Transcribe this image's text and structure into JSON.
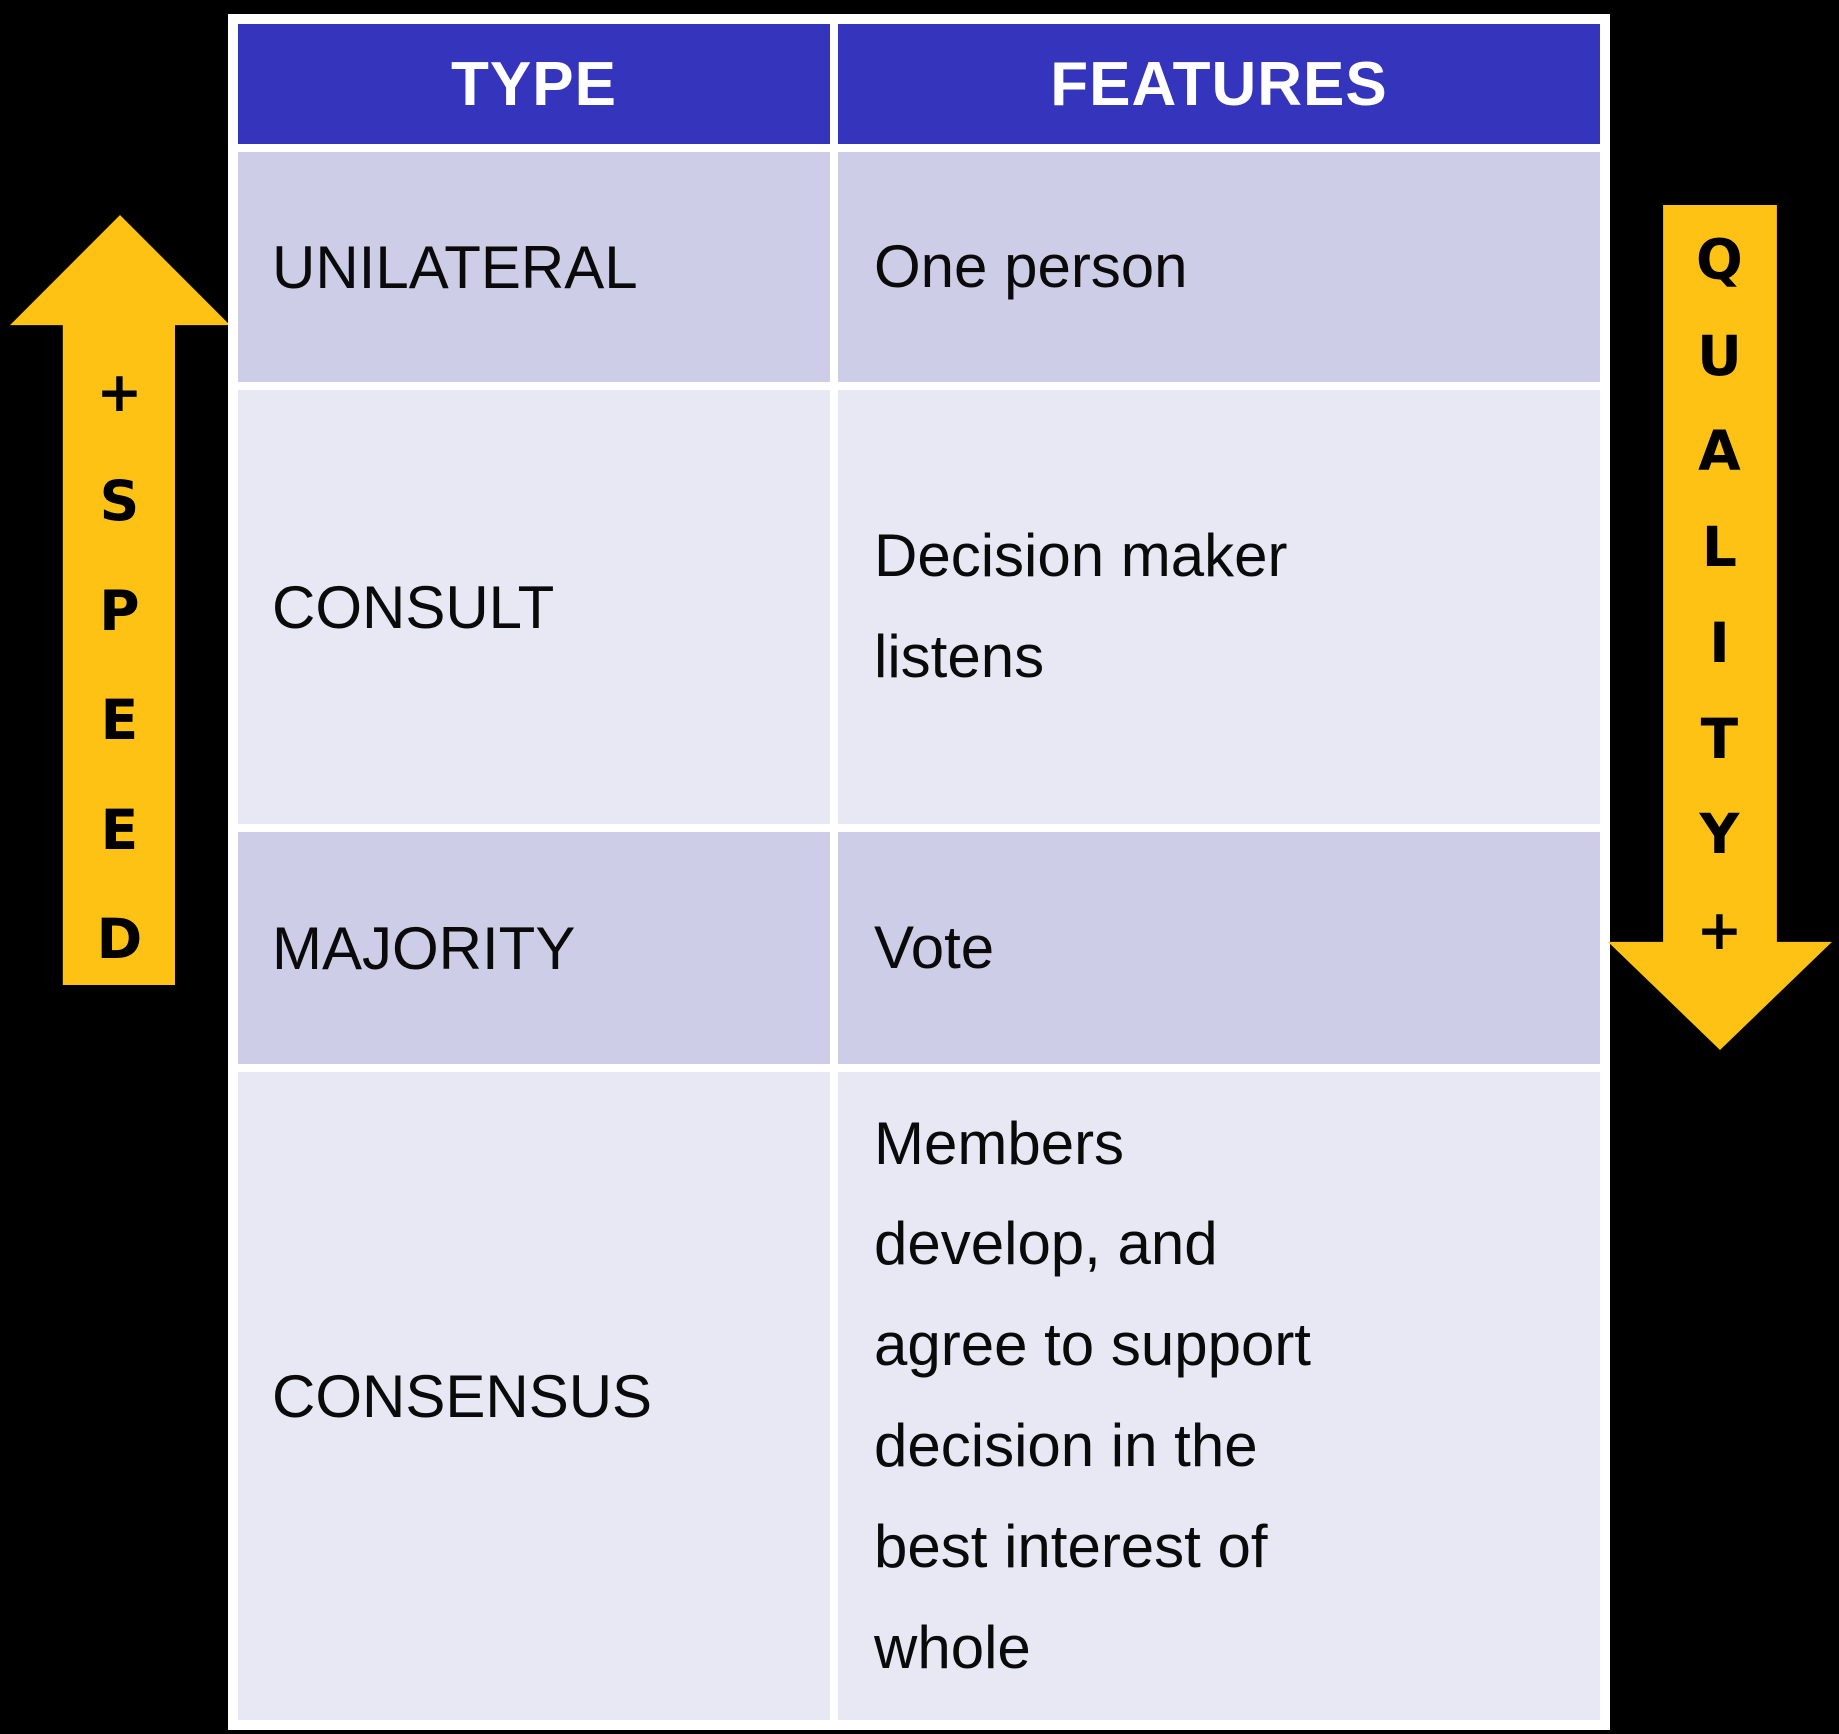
{
  "table": {
    "headers": [
      "TYPE",
      "FEATURES"
    ],
    "rows": [
      {
        "type": "UNILATERAL",
        "features_lines": [
          "One person"
        ],
        "shade": "dark"
      },
      {
        "type": "CONSULT",
        "features_lines": [
          "Decision maker",
          "listens"
        ],
        "shade": "light"
      },
      {
        "type": "MAJORITY",
        "features_lines": [
          "Vote"
        ],
        "shade": "dark"
      },
      {
        "type": "CONSENSUS",
        "features_lines": [
          "Members",
          "develop, and",
          "agree to support",
          "decision in the",
          "best interest of",
          "whole"
        ],
        "shade": "light"
      }
    ]
  },
  "speed_arrow": {
    "label": "+SPEED",
    "direction": "up",
    "letters": [
      "+",
      "S",
      "P",
      "E",
      "E",
      "D"
    ]
  },
  "quality_arrow": {
    "label": "QUALITY+",
    "direction": "down",
    "letters": [
      "Q",
      "U",
      "A",
      "L",
      "I",
      "T",
      "Y",
      "+"
    ]
  },
  "colors": {
    "background": "#000000",
    "header_bg": "#3434bc",
    "header_text": "#ffffff",
    "row_dark": "#cdcde8",
    "row_light": "#e8e8f5",
    "grid_line": "#ffffff",
    "arrow": "#fdc213",
    "body_text": "#0a0a0a"
  }
}
